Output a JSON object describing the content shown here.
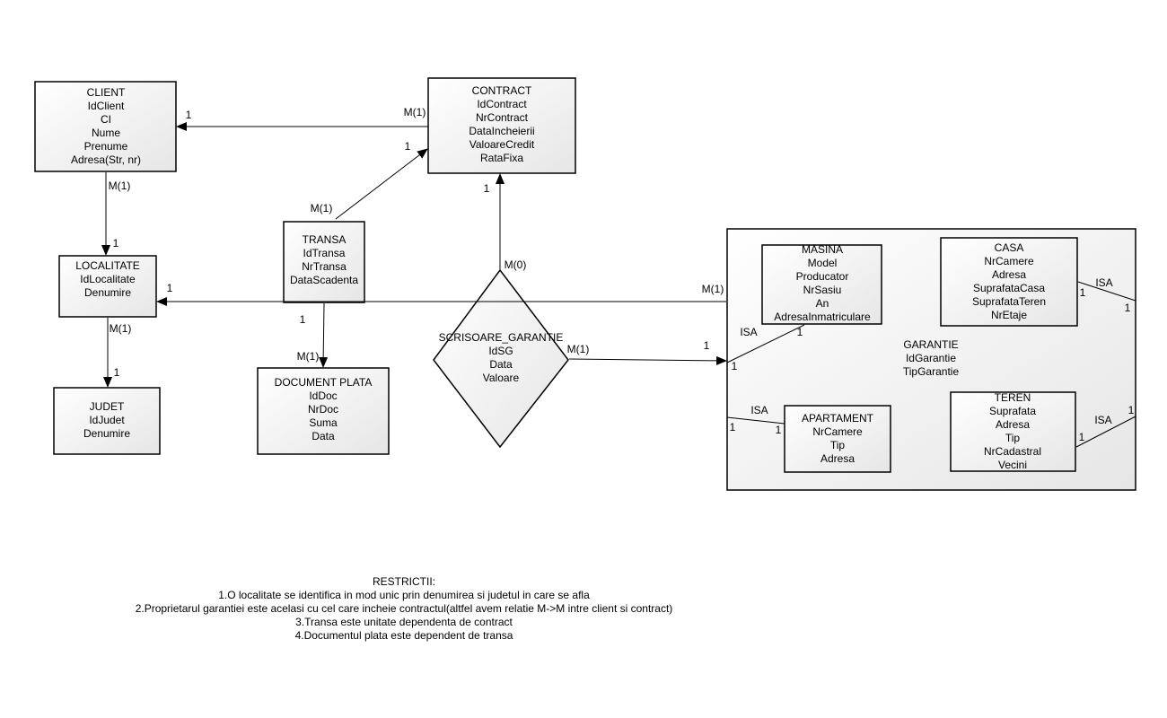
{
  "entities": {
    "client": {
      "title": "CLIENT",
      "attrs": [
        "IdClient",
        "CI",
        "Nume",
        "Prenume",
        "Adresa(Str, nr)"
      ]
    },
    "contract": {
      "title": "CONTRACT",
      "attrs": [
        "IdContract",
        "NrContract",
        "DataIncheierii",
        "ValoareCredit",
        "RataFixa"
      ]
    },
    "localitate": {
      "title": "LOCALITATE",
      "attrs": [
        "IdLocalitate",
        "Denumire"
      ]
    },
    "judet": {
      "title": "JUDET",
      "attrs": [
        "IdJudet",
        "Denumire"
      ]
    },
    "transa": {
      "title": "TRANSA",
      "attrs": [
        "IdTransa",
        "NrTransa",
        "DataScadenta"
      ]
    },
    "document_plata": {
      "title": "DOCUMENT PLATA",
      "attrs": [
        "IdDoc",
        "NrDoc",
        "Suma",
        "Data"
      ]
    },
    "garantie": {
      "title": "GARANTIE",
      "attrs": [
        "IdGarantie",
        "TipGarantie"
      ]
    },
    "masina": {
      "title": "MASINA",
      "attrs": [
        "Model",
        "Producator",
        "NrSasiu",
        "An",
        "AdresaInmatriculare"
      ]
    },
    "casa": {
      "title": "CASA",
      "attrs": [
        "NrCamere",
        "Adresa",
        "SuprafataCasa",
        "SuprafataTeren",
        "NrEtaje"
      ]
    },
    "apartament": {
      "title": "APARTAMENT",
      "attrs": [
        "NrCamere",
        "Tip",
        "Adresa"
      ]
    },
    "teren": {
      "title": "TEREN",
      "attrs": [
        "Suprafata",
        "Adresa",
        "Tip",
        "NrCadastral",
        "Vecini"
      ]
    }
  },
  "relationship": {
    "title": "SCRISOARE_GARANTIE",
    "attrs": [
      "IdSG",
      "Data",
      "Valoare"
    ]
  },
  "labels": {
    "one": "1",
    "many_one": "M(1)",
    "many_zero": "M(0)",
    "isa": "ISA"
  },
  "restrictions": {
    "title": "RESTRICTII:",
    "items": [
      "1.O localitate se identifica in mod unic prin denumirea si judetul in care se afla",
      "2.Proprietarul garantiei este acelasi cu cel care incheie contractul(altfel avem relatie M->M intre client si contract)",
      "3.Transa este unitate dependenta de contract",
      "4.Documentul plata este dependent de transa"
    ]
  }
}
